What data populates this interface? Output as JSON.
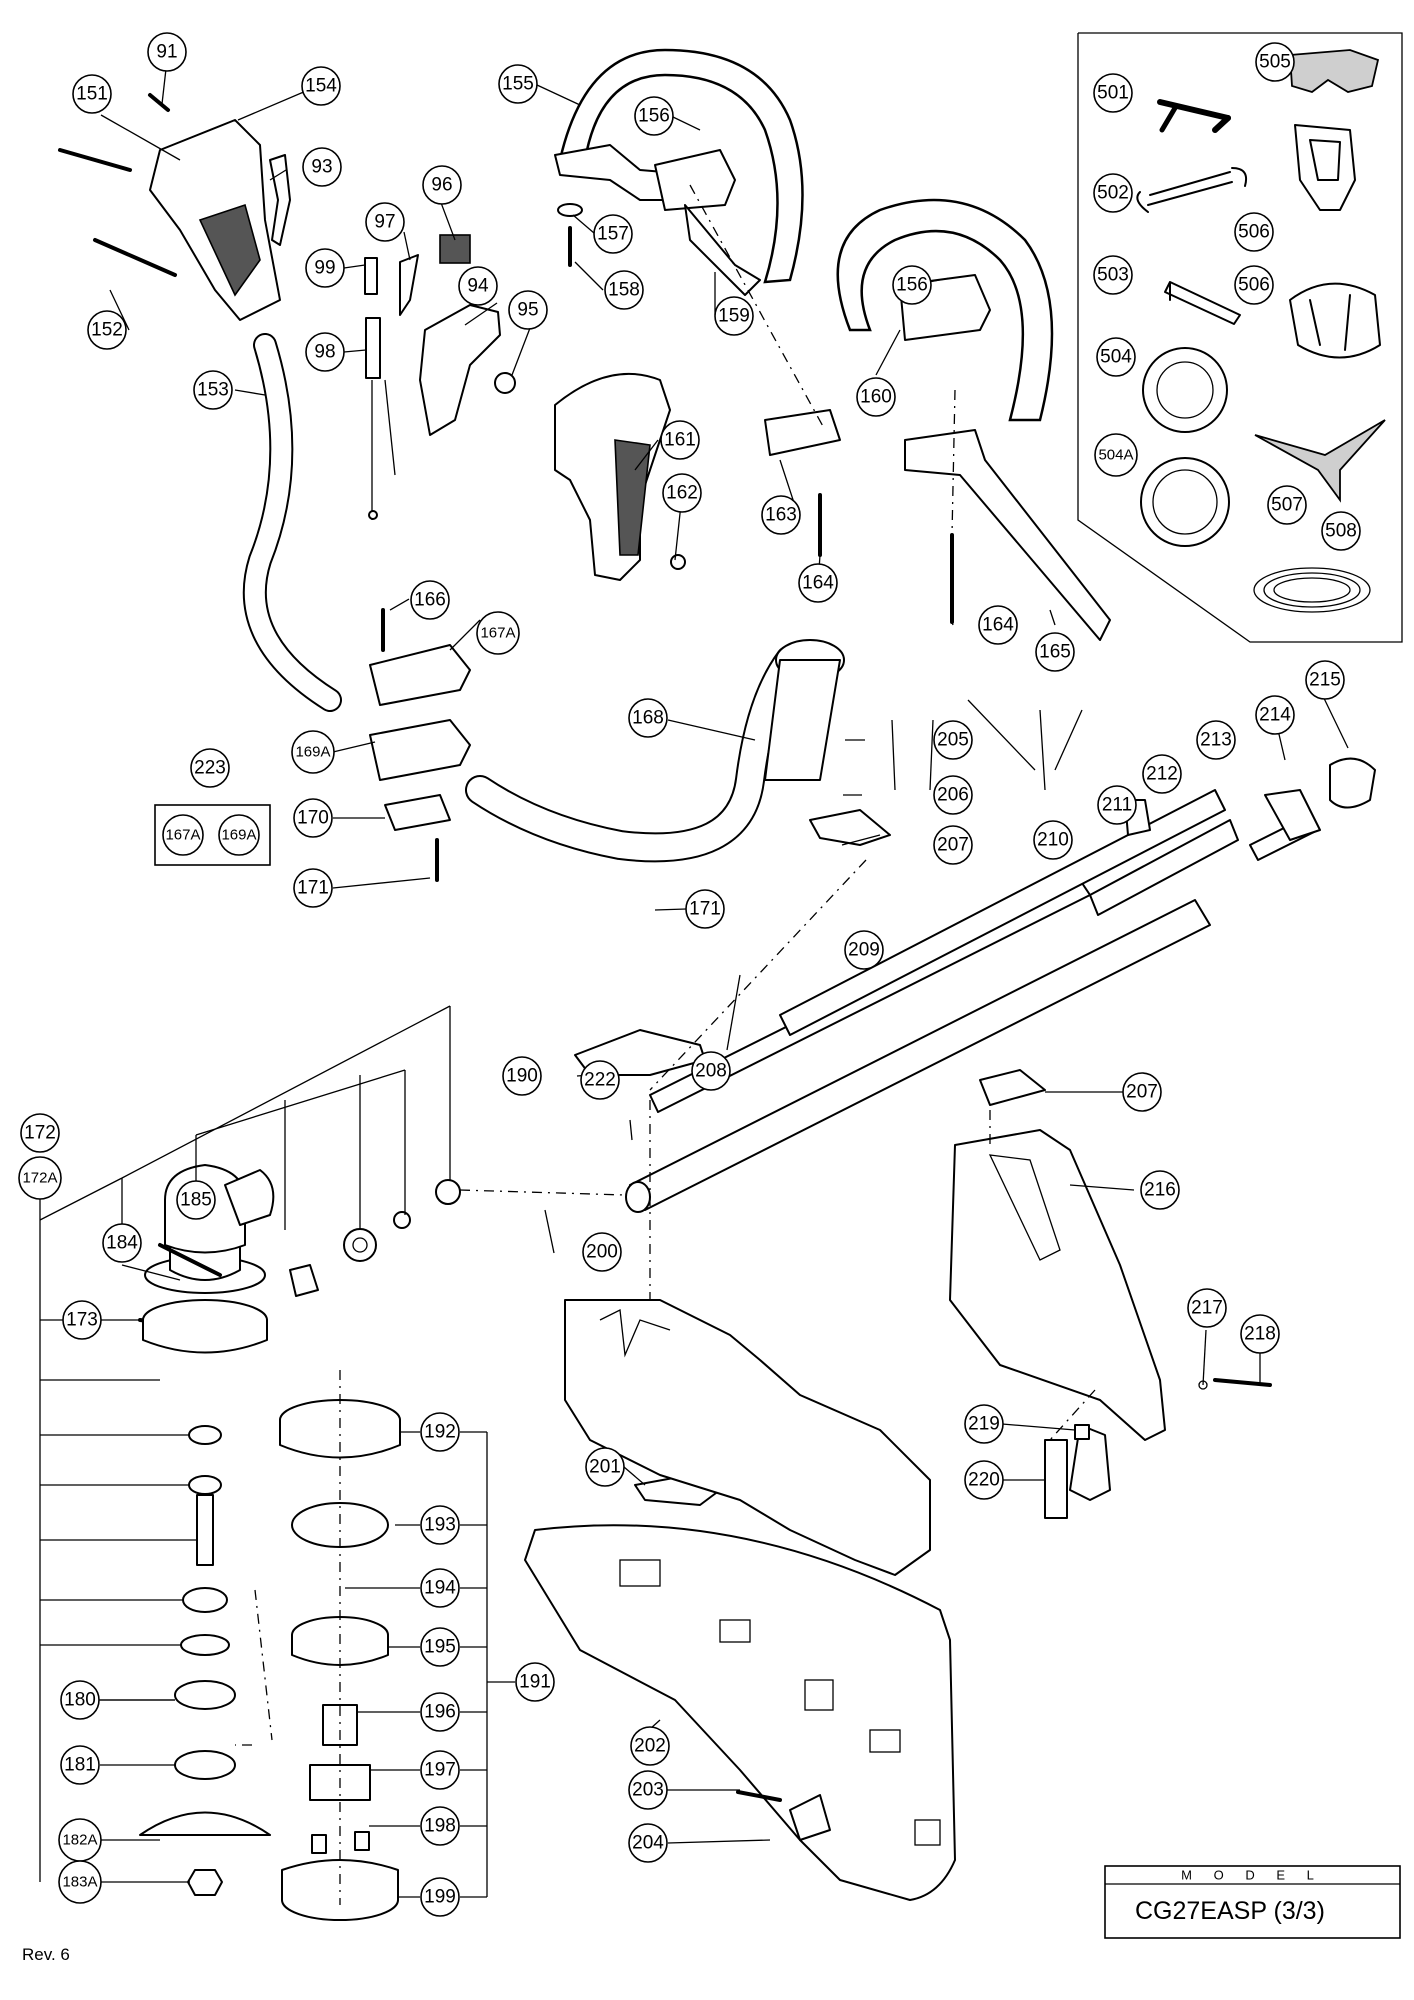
{
  "model": {
    "label": "M O D E L",
    "value": "CG27EASP (3/3)"
  },
  "revision": "Rev. 6",
  "kit_223": [
    "167A",
    "169A"
  ],
  "callouts": {
    "c91": "91",
    "c151": "151",
    "c154": "154",
    "c93": "93",
    "c152": "152",
    "c153": "153",
    "c96": "96",
    "c97": "97",
    "c99": "99",
    "c98": "98",
    "c94": "94",
    "c95": "95",
    "c155": "155",
    "c156a": "156",
    "c157": "157",
    "c158": "158",
    "c159": "159",
    "c156b": "156",
    "c160": "160",
    "c161": "161",
    "c162": "162",
    "c163": "163",
    "c164a": "164",
    "c164b": "164",
    "c165": "165",
    "c501": "501",
    "c505": "505",
    "c502": "502",
    "c506a": "506",
    "c503": "503",
    "c506b": "506",
    "c504": "504",
    "c504A": "504A",
    "c507": "507",
    "c508": "508",
    "c166": "166",
    "c167A": "167A",
    "c169A": "169A",
    "c223": "223",
    "c170": "170",
    "c171a": "171",
    "c168": "168",
    "c205": "205",
    "c206": "206",
    "c207a": "207",
    "c215": "215",
    "c214": "214",
    "c213": "213",
    "c212": "212",
    "c211": "211",
    "c210": "210",
    "c171b": "171",
    "c209": "209",
    "c190": "190",
    "c208": "208",
    "c222": "222",
    "c207b": "207",
    "c172": "172",
    "c172A": "172A",
    "c185": "185",
    "c184": "184",
    "c173": "173",
    "c200": "200",
    "c216": "216",
    "c217": "217",
    "c218": "218",
    "c219": "219",
    "c220": "220",
    "c192": "192",
    "c193": "193",
    "c194": "194",
    "c195": "195",
    "c191": "191",
    "c196": "196",
    "c197": "197",
    "c198": "198",
    "c199": "199",
    "c180": "180",
    "c181": "181",
    "c182A": "182A",
    "c183A": "183A",
    "c201": "201",
    "c202": "202",
    "c203": "203",
    "c204": "204"
  }
}
